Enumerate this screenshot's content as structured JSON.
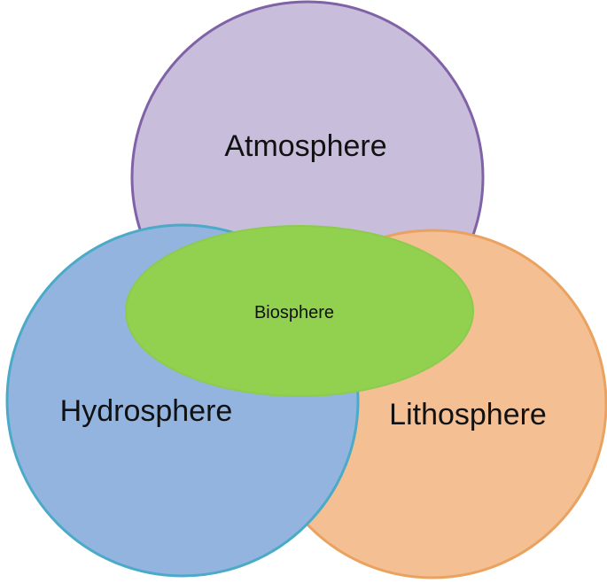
{
  "spheres": {
    "atmosphere": {
      "label": "Atmosphere",
      "fill": "#C8BEDC",
      "stroke": "#8062A6"
    },
    "lithosphere": {
      "label": "Lithosphere",
      "fill": "#F5BF94",
      "stroke": "#E9A25F"
    },
    "hydrosphere": {
      "label": "Hydrosphere",
      "fill": "#93B4DE",
      "stroke": "#4BAAC8"
    },
    "biosphere": {
      "label": "Biosphere",
      "fill": "#92D050",
      "stroke": "#8CCB4C"
    }
  }
}
